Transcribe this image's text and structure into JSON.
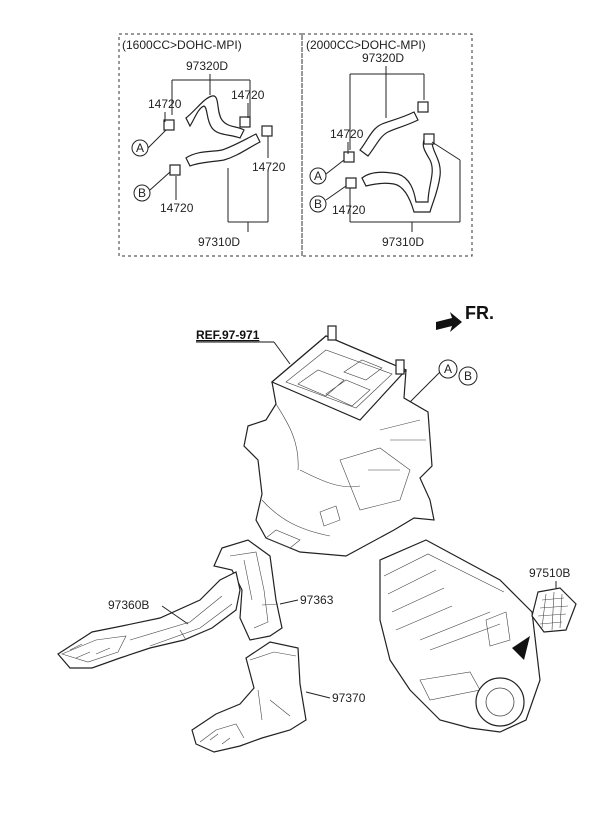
{
  "boxes": [
    {
      "title": "(1600CC>DOHC-MPI)",
      "labels": {
        "top_part": "97320D",
        "bottom_part": "97310D",
        "clip_1": "14720",
        "clip_2": "14720",
        "clip_3": "14720",
        "clip_4": "14720"
      },
      "markers": [
        "A",
        "B"
      ]
    },
    {
      "title": "(2000CC>DOHC-MPI)",
      "labels": {
        "top_part": "97320D",
        "bottom_part": "97310D",
        "clip_1": "14720",
        "clip_2": "14720"
      },
      "markers": [
        "A",
        "B"
      ]
    }
  ],
  "main": {
    "reference": "REF.97-971",
    "front_indicator": "FR.",
    "markers": [
      "A",
      "B"
    ],
    "parts": {
      "duct_rear_left": "97360B",
      "duct_center": "97363",
      "duct_lower": "97370",
      "vent_grille": "97510B"
    }
  }
}
